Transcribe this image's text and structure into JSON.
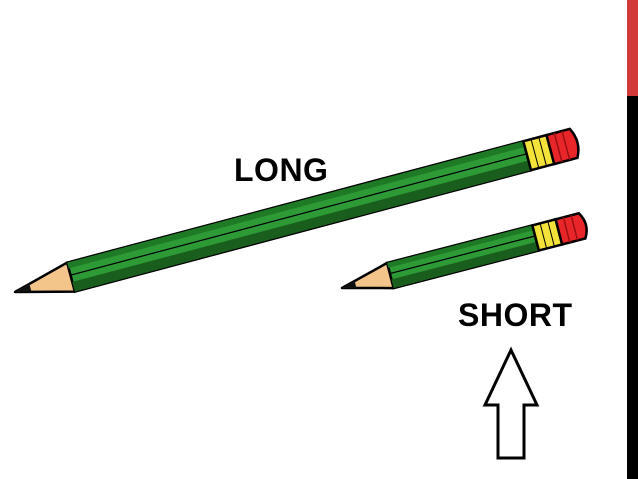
{
  "labels": {
    "long": "LONG",
    "short": "SHORT"
  },
  "colors": {
    "pencil_body": "#2e9a35",
    "pencil_dark": "#1a5e1e",
    "ferrule": "#f2e23a",
    "eraser": "#e8262a",
    "wood": "#f3c58a",
    "accent_top": "#d23a3a",
    "accent_bottom": "#000000"
  },
  "icons": [
    "long-pencil",
    "short-pencil",
    "up-arrow-icon"
  ]
}
